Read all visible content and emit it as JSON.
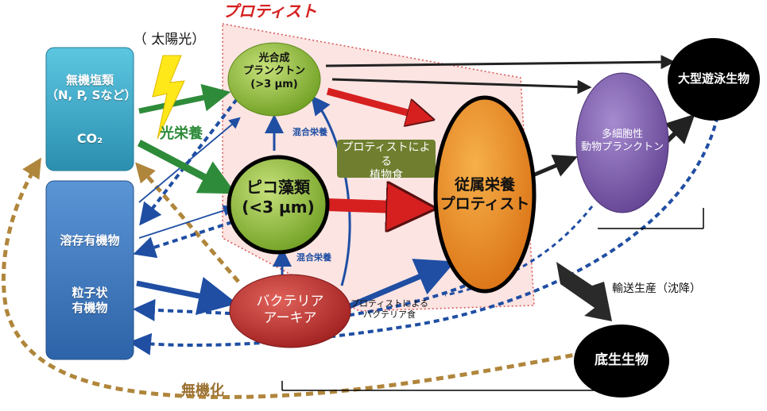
{
  "labels": {
    "protist_group": "プロティスト",
    "sunlight": "（ 太陽光）",
    "inorganic": "無機塩類\n（N, P, Sなど）",
    "co2": "CO₂",
    "photo_feed": "光栄養",
    "dissolved": "溶存有機物",
    "particulate": "粒子状\n有機物",
    "photo_plankton": "光合成\nプランクトン\n(>3 µm)",
    "pico": "ピコ藻類\n(<3 µm)",
    "mixotroph_top": "混合栄養",
    "mixotroph_bottom": "混合栄養",
    "bacteria": "バクテリア\nアーキア",
    "herbivory": "プロティストによる\n植物食",
    "heterotroph": "従属栄養\nプロティスト",
    "bacterivory": "プロティストによる\nバクテリア食",
    "zooplankton": "多細胞性\n動物プランクトン",
    "nekton": "大型遊泳生物",
    "transport": "輸送生産（沈降）",
    "benthos": "底生生物",
    "mineralization": "無機化"
  },
  "colors": {
    "box_blue": "#3d7cc4",
    "box_teal": "#3aa9c7",
    "green_node": "#8ab83a",
    "red_node": "#c0392b",
    "orange_node": "#e88a25",
    "purple_node": "#7b5ba8",
    "black_node": "#000000",
    "protist_region": "#fbe4e2",
    "protist_border": "#d9534f",
    "arrow_blue": "#1f4ea3",
    "arrow_green": "#2e8b3a",
    "arrow_red": "#d62020",
    "arrow_brown": "#b0863c",
    "herbivory_box": "#6f7f2f",
    "sun": "#ffe81a"
  }
}
